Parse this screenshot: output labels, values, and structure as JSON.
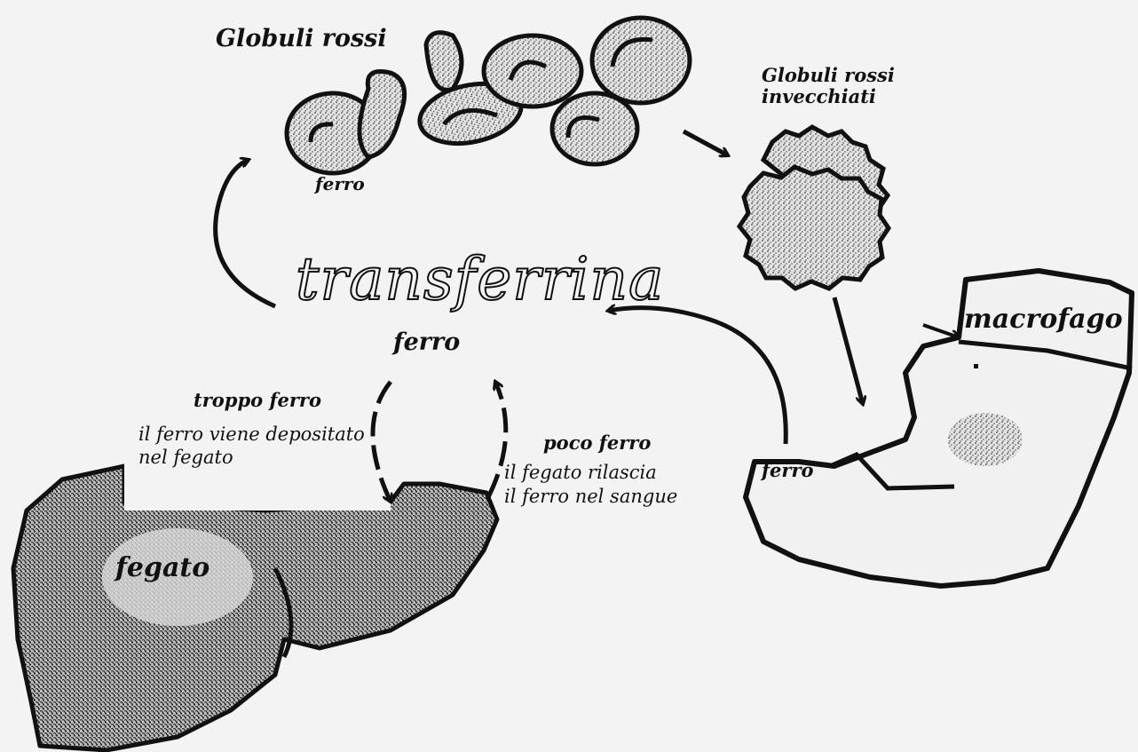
{
  "labels": {
    "globuli_rossi": "Globuli rossi",
    "globuli_invecchiati_line1": "Globuli rossi",
    "globuli_invecchiati_line2": "invecchiati",
    "ferro_globuli": "ferro",
    "transferrina": "transferrina",
    "ferro_center": "ferro",
    "troppo_ferro": "troppo ferro",
    "troppo_desc_line1": "il ferro viene depositato",
    "troppo_desc_line2": "nel fegato",
    "poco_ferro": "poco ferro",
    "poco_desc_line1": "il fegato rilascia",
    "poco_desc_line2": "il ferro nel sangue",
    "ferro_macrofago": "ferro",
    "macrofago": "macrofago",
    "fegato": "fegato"
  },
  "colors": {
    "ink": "#111111",
    "paper": "#f3f3f3",
    "stipple": "#555555"
  }
}
